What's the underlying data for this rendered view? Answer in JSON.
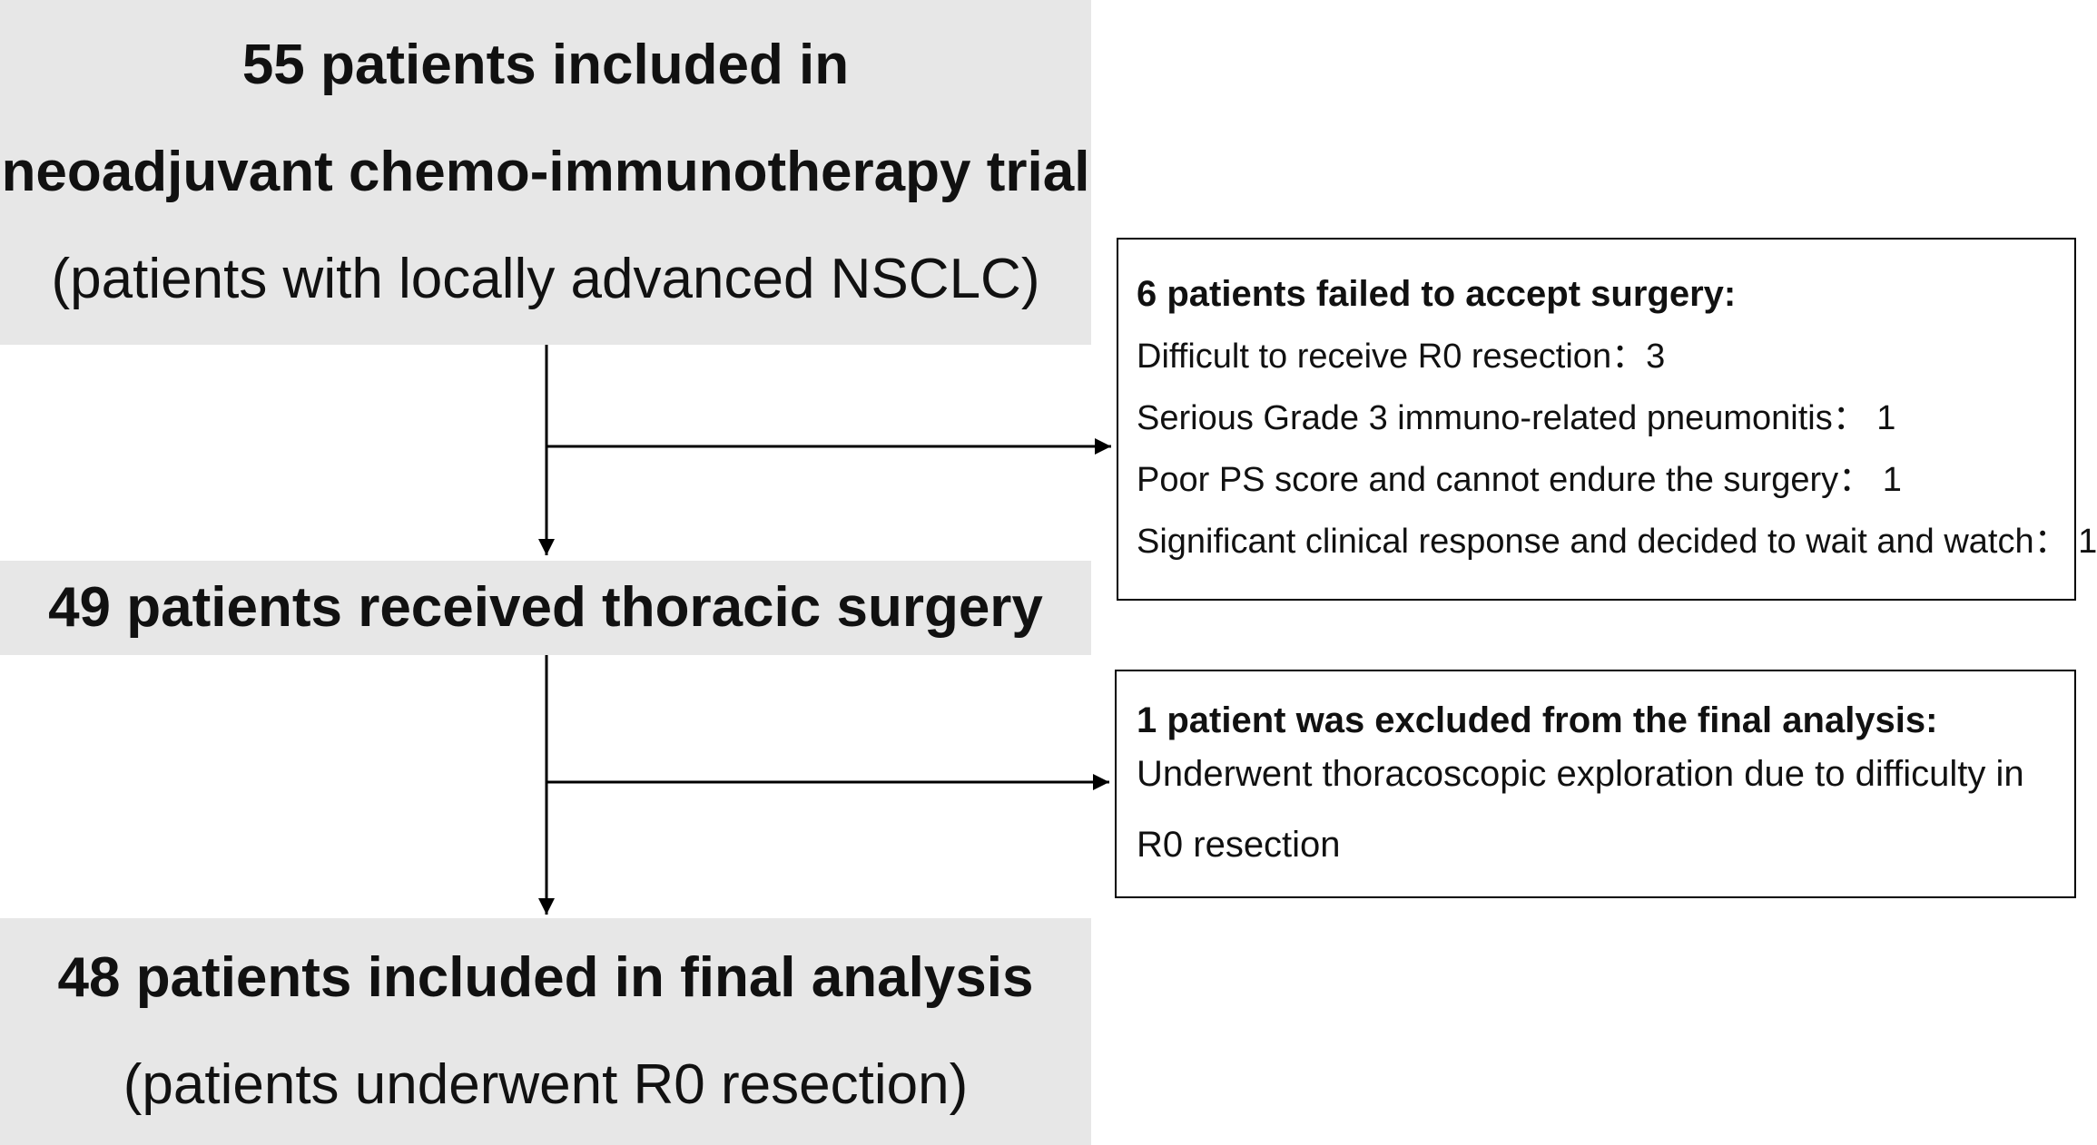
{
  "box1": {
    "line1": "55 patients included in",
    "line2": "neoadjuvant chemo-immunotherapy trial",
    "line3": "(patients with locally advanced NSCLC)"
  },
  "box2": {
    "line1": "49 patients received thoracic surgery"
  },
  "box3": {
    "line1": "48 patients included in final analysis",
    "line2": "(patients underwent R0 resection)"
  },
  "exclusion1": {
    "heading": "6 patients failed to accept  surgery:",
    "items": [
      "Difficult to receive R0 resection：3",
      "Serious Grade 3 immuno-related pneumonitis： 1",
      "Poor PS score and cannot endure the surgery： 1",
      "Significant clinical response and decided to wait and watch： 1"
    ]
  },
  "exclusion2": {
    "heading": "1 patient was excluded  from the final analysis:",
    "text": "Underwent thoracoscopic  exploration  due to difficulty  in R0 resection"
  }
}
